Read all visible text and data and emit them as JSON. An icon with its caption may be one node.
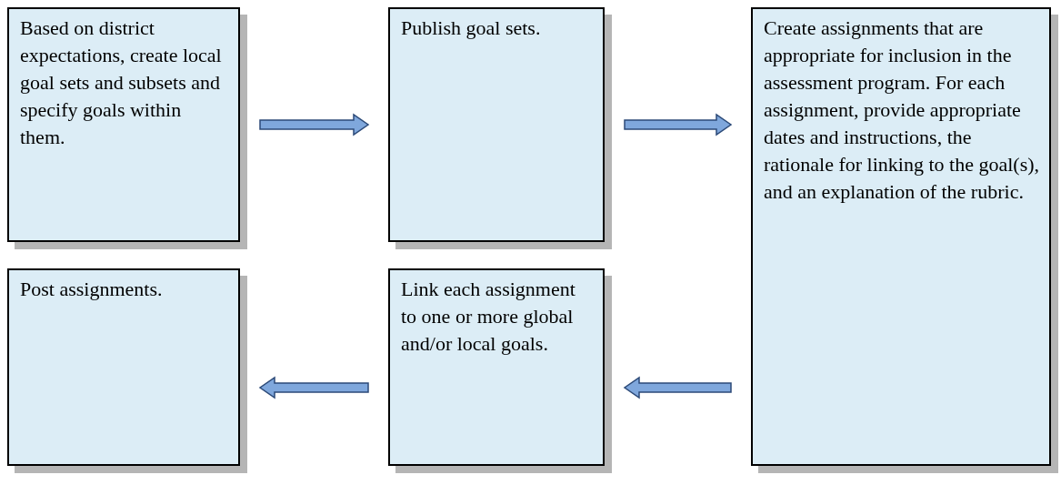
{
  "diagram": {
    "nodes": [
      {
        "text": [
          "Based on district expectations, create local goal sets and subsets and specify goals within them."
        ]
      },
      {
        "text": [
          "Publish goal sets."
        ]
      },
      {
        "text": [
          "Create assignments that are appropriate for inclusion in the assessment program. For each assignment, provide appropriate dates and instructions, the rationale for linking to the goal(s), and an explanation of the rubric."
        ]
      },
      {
        "text": [
          "Post assignments."
        ]
      },
      {
        "text": [
          "Link each assignment to one or more global and/or local goals."
        ]
      }
    ],
    "edges": [
      {
        "from": 0,
        "to": 1,
        "arrow": "to"
      },
      {
        "from": 1,
        "to": 2,
        "arrow": "to"
      },
      {
        "from": 2,
        "to": 4,
        "arrow": "to"
      },
      {
        "from": 4,
        "to": 3,
        "arrow": "to"
      }
    ]
  }
}
